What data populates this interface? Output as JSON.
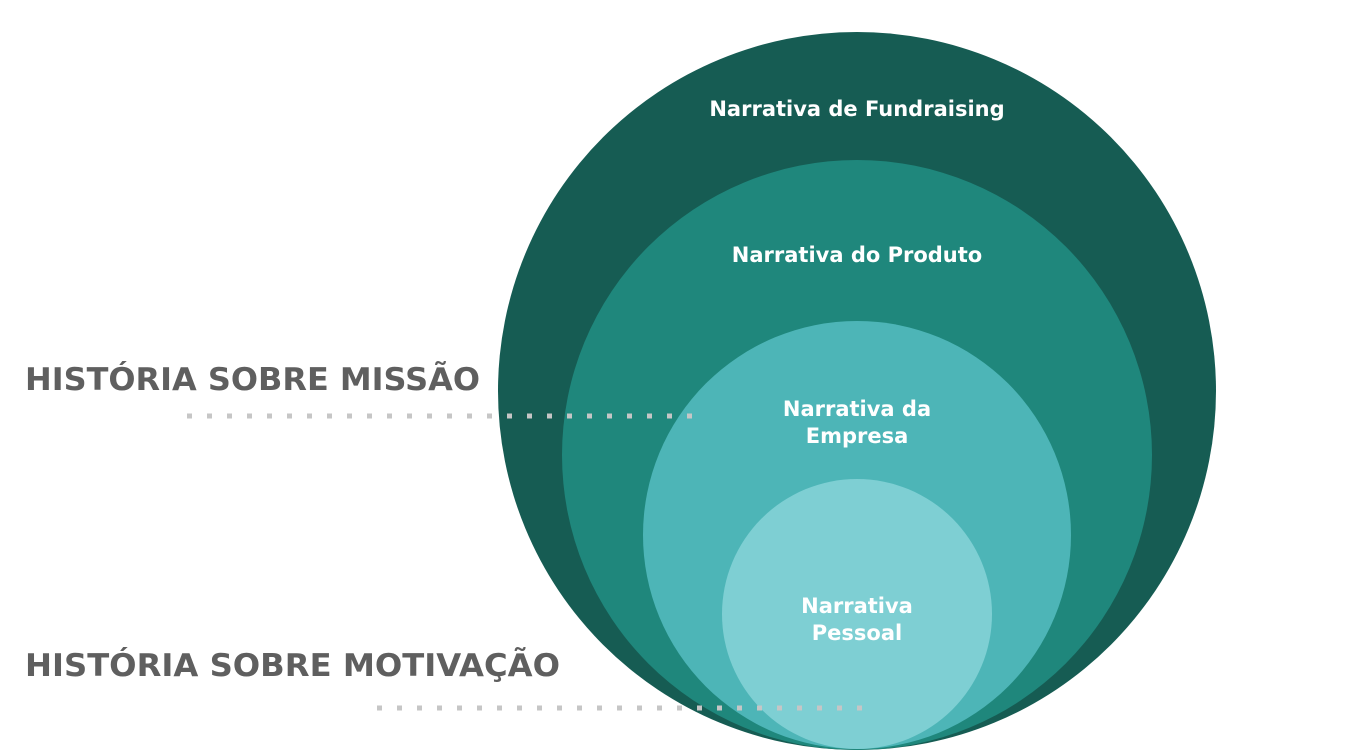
{
  "rings": {
    "outer": {
      "label": "Narrativa de Fundraising",
      "color": "#165c53"
    },
    "second": {
      "label": "Narrativa do Produto",
      "color": "#1f877c"
    },
    "third": {
      "label_line1": "Narrativa da",
      "label_line2": "Empresa",
      "color": "#4db5b7"
    },
    "inner": {
      "label_line1": "Narrativa",
      "label_line2": "Pessoal",
      "color": "#7ecfd3"
    }
  },
  "side_labels": {
    "mission": "HISTÓRIA SOBRE MISSÃO",
    "motivation": "HISTÓRIA SOBRE MOTIVAÇÃO"
  },
  "colors": {
    "side_label_text": "#5f5f5f",
    "dotted_line": "#c6c6c6",
    "ring_label_text": "#ffffff"
  }
}
